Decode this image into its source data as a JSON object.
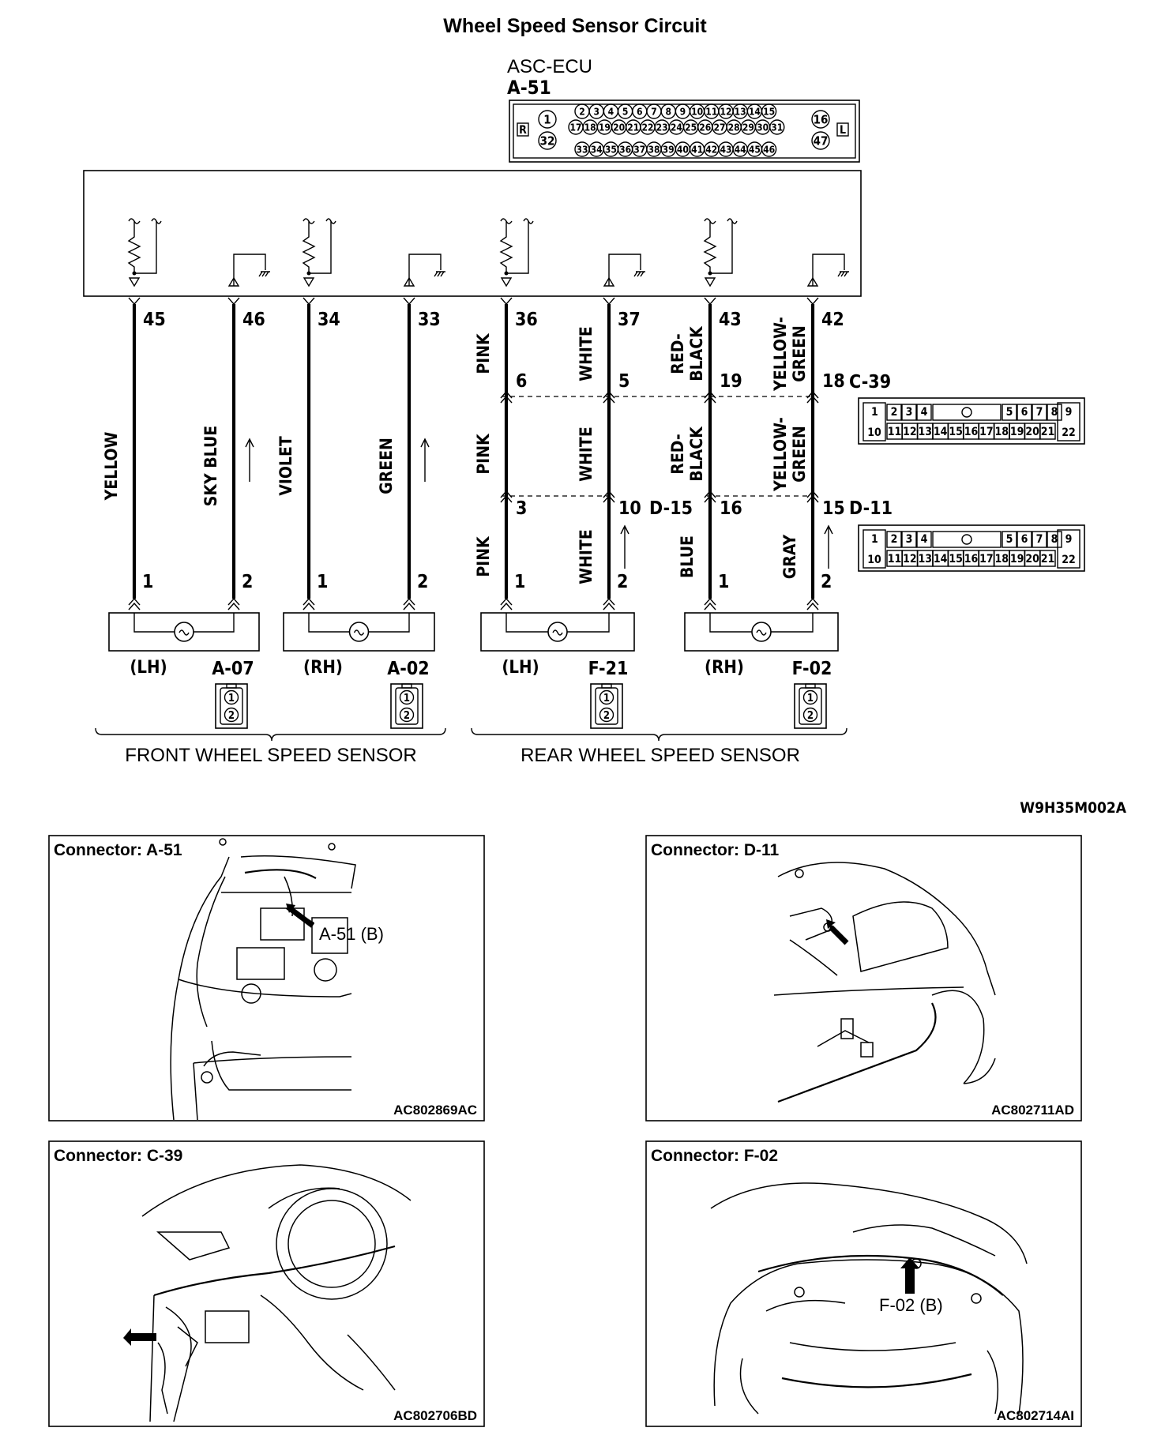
{
  "title": "Wheel Speed Sensor Circuit",
  "ecu": {
    "name": "ASC-ECU",
    "connector": "A-51",
    "pins_top": [
      "2",
      "3",
      "4",
      "5",
      "6",
      "7",
      "8",
      "9",
      "10",
      "11",
      "12",
      "13",
      "14",
      "15"
    ],
    "pins_mid": [
      "17",
      "18",
      "19",
      "20",
      "21",
      "22",
      "23",
      "24",
      "25",
      "26",
      "27",
      "28",
      "29",
      "30",
      "31"
    ],
    "pins_bot": [
      "33",
      "34",
      "35",
      "36",
      "37",
      "38",
      "39",
      "40",
      "41",
      "42",
      "43",
      "44",
      "45",
      "46"
    ],
    "pin_left_top": "1",
    "pin_left_bot": "32",
    "pin_right_top": "16",
    "pin_right_bot": "47",
    "tag_left": "R",
    "tag_right": "L"
  },
  "wires": [
    {
      "pin": "45",
      "color": "YELLOW",
      "sensor_pin": "1"
    },
    {
      "pin": "46",
      "color": "SKY BLUE",
      "sensor_pin": "2"
    },
    {
      "pin": "34",
      "color": "VIOLET",
      "sensor_pin": "1"
    },
    {
      "pin": "33",
      "color": "GREEN",
      "sensor_pin": "2"
    },
    {
      "pin": "36",
      "color_upper": "PINK",
      "c39_pin": "6",
      "color_mid": "PINK",
      "d15_pin": "3",
      "color_lower": "PINK",
      "sensor_pin": "1"
    },
    {
      "pin": "37",
      "color_upper": "WHITE",
      "c39_pin": "5",
      "color_mid": "WHITE",
      "d15_pin": "10",
      "color_lower": "WHITE",
      "sensor_pin": "2"
    },
    {
      "pin": "43",
      "color_upper": "RED-\nBLACK",
      "c39_pin": "19",
      "color_mid": "RED-\nBLACK",
      "d11_pin": "16",
      "color_lower": "BLUE",
      "sensor_pin": "1"
    },
    {
      "pin": "42",
      "color_upper": "YELLOW-\nGREEN",
      "c39_pin": "18",
      "color_mid": "YELLOW-\nGREEN",
      "d11_pin": "15",
      "color_lower": "GRAY",
      "sensor_pin": "2"
    }
  ],
  "junctions": {
    "c39": "C-39",
    "d15": "D-15",
    "d11": "D-11",
    "pins_row1": [
      "1",
      "2",
      "3",
      "4",
      "",
      "5",
      "6",
      "7",
      "8",
      "9"
    ],
    "pins_row2": [
      "10",
      "11",
      "12",
      "13",
      "14",
      "15",
      "16",
      "17",
      "18",
      "19",
      "20",
      "21",
      "22"
    ]
  },
  "sensors": [
    {
      "side": "(LH)",
      "connector": "A-07"
    },
    {
      "side": "(RH)",
      "connector": "A-02"
    },
    {
      "side": "(LH)",
      "connector": "F-21"
    },
    {
      "side": "(RH)",
      "connector": "F-02"
    }
  ],
  "groups": {
    "front": "FRONT WHEEL SPEED SENSOR",
    "rear": "REAR WHEEL SPEED SENSOR"
  },
  "diagram_code": "W9H35M002A",
  "panels": [
    {
      "title": "Connector: A-51",
      "callout": "A-51 (B)",
      "code": "AC802869AC"
    },
    {
      "title": "Connector: D-11",
      "callout": "",
      "code": "AC802711AD"
    },
    {
      "title": "Connector: C-39",
      "callout": "",
      "code": "AC802706BD"
    },
    {
      "title": "Connector: F-02",
      "callout": "F-02 (B)",
      "code": "AC802714AI"
    }
  ]
}
